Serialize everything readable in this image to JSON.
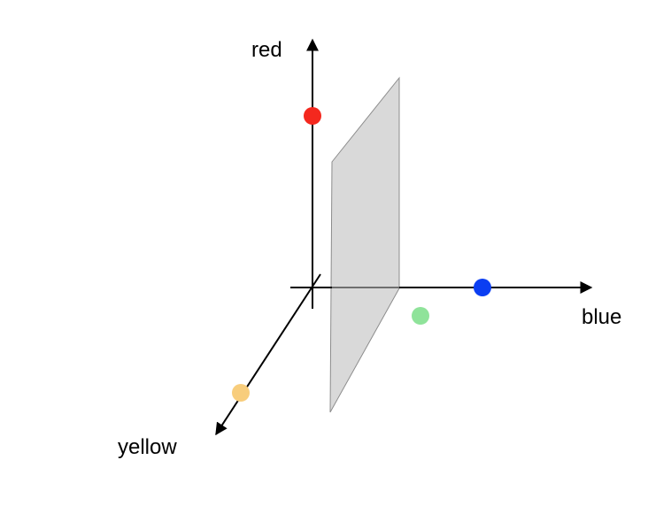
{
  "axes": {
    "red_label": "red",
    "blue_label": "blue",
    "yellow_label": "yellow"
  },
  "colors": {
    "axis": "#000000",
    "plane_fill": "#d9d9d9",
    "plane_stroke": "#8c8c8c",
    "red_point": "#f4281e",
    "blue_point": "#0b3ef2",
    "yellow_point": "#f8cd7c",
    "green_point": "#8fe39a"
  }
}
